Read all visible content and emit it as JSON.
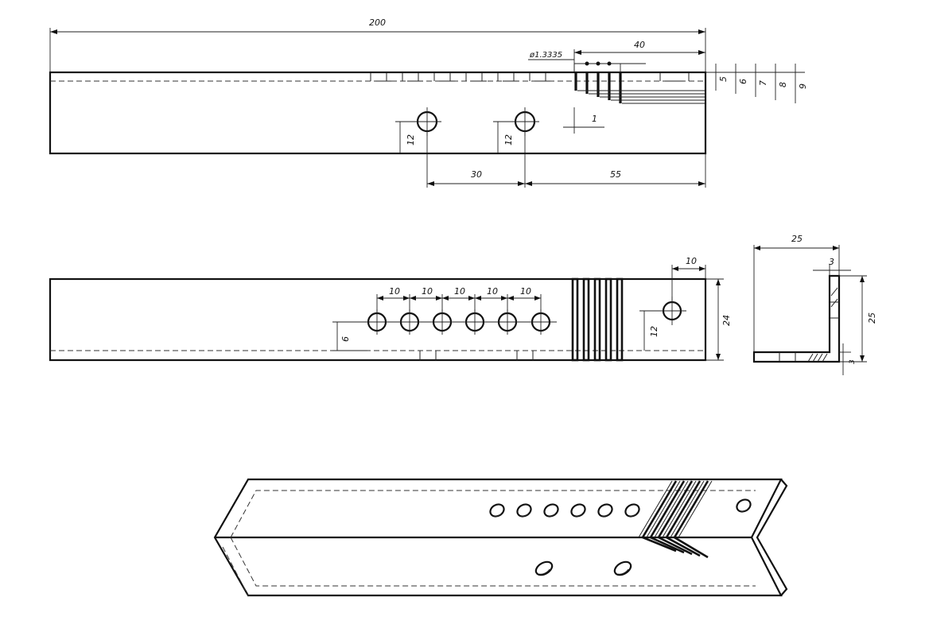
{
  "dimensions": {
    "total_length": "200",
    "slot_zone_length": "40",
    "slot_diameter": "ø1.3335",
    "slot_depths": [
      "5",
      "6",
      "7",
      "8",
      "9"
    ],
    "slot_spacing": "1",
    "side_hole_height": "12",
    "side_hole_spacing": "30",
    "side_hole_offset": "55",
    "top_hole_spacing": [
      "10",
      "10",
      "10",
      "10",
      "10"
    ],
    "top_hole_height": "6",
    "end_hole_offset": "10",
    "end_hole_height": "12",
    "flange_height": "24",
    "section_width": "25",
    "section_height": "25",
    "section_thickness": "3",
    "section_base_thickness": "3"
  },
  "colors": {
    "line": "#111111",
    "background": "#ffffff"
  }
}
